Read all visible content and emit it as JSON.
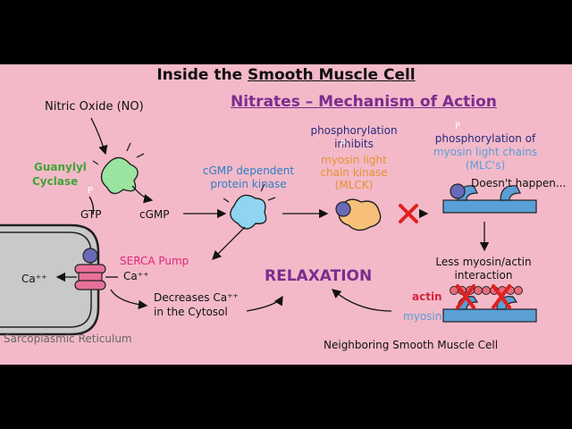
{
  "title": {
    "prefix": "Inside the ",
    "emphasis": "Smooth Muscle Cell"
  },
  "subtitle": "Nitrates – Mechanism of Action",
  "labels": {
    "nitric_oxide": "Nitric Oxide (NO)",
    "guanylyl": "Guanylyl",
    "cyclase": "Cyclase",
    "gtp": "GTP",
    "cgmp": "cGMP",
    "pkg_line1": "cGMP dependent",
    "pkg_line2": "protein kinase",
    "phos_inhibits_1": "phosphorylation",
    "phos_inhibits_2": "inhibits",
    "mlck_1": "myosin light",
    "mlck_2": "chain kinase",
    "mlck_3": "(MLCK)",
    "phos_of": "phosphorylation of",
    "mlc_1": "myosin light chains",
    "mlc_2": "(MLC's)",
    "doesnt_happen": "Doesn't happen...",
    "p": "P",
    "serca": "SERCA Pump",
    "ca_left": "Ca⁺⁺",
    "ca_right": "Ca⁺⁺",
    "decreases_1": "Decreases Ca⁺⁺",
    "decreases_2": "in the Cytosol",
    "relaxation": "RELAXATION",
    "less_1": "Less myosin/actin",
    "less_2": "interaction",
    "actin": "actin",
    "myosin": "myosin",
    "sr": "Sarcoplasmic Reticulum",
    "neighbor": "Neighboring Smooth Muscle Cell"
  },
  "colors": {
    "background": "#f3b9c9",
    "guanylyl": "#3fa535",
    "pkg": "#2f7fc1",
    "mlck": "#e8912d",
    "mlc": "#5a9fd6",
    "serca": "#e0247a",
    "relaxation": "#7b2d8e",
    "actin": "#d8233a",
    "myosin": "#5a9fd6",
    "cross": "#e02020"
  }
}
